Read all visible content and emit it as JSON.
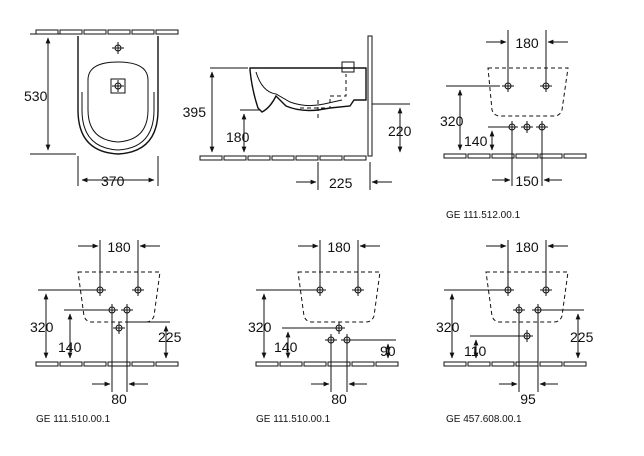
{
  "panels": {
    "front": {
      "height": "530",
      "width": "370"
    },
    "side": {
      "height_total": "395",
      "height_low": "180",
      "height_right": "220",
      "depth": "225"
    },
    "p1": {
      "top": "180",
      "left_high": "320",
      "left_low": "140",
      "bottom": "150",
      "ref": "GE 111.512.00.1"
    },
    "p2": {
      "top": "180",
      "left_high": "320",
      "left_low": "140",
      "right": "225",
      "bottom": "80",
      "ref": "GE 111.510.00.1"
    },
    "p3": {
      "top": "180",
      "left_high": "320",
      "left_low": "140",
      "right": "90",
      "bottom": "80",
      "ref": "GE 111.510.00.1"
    },
    "p4": {
      "top": "180",
      "left_high": "320",
      "left_low": "110",
      "right": "225",
      "bottom": "95",
      "ref": "GE 457.608.00.1"
    }
  }
}
